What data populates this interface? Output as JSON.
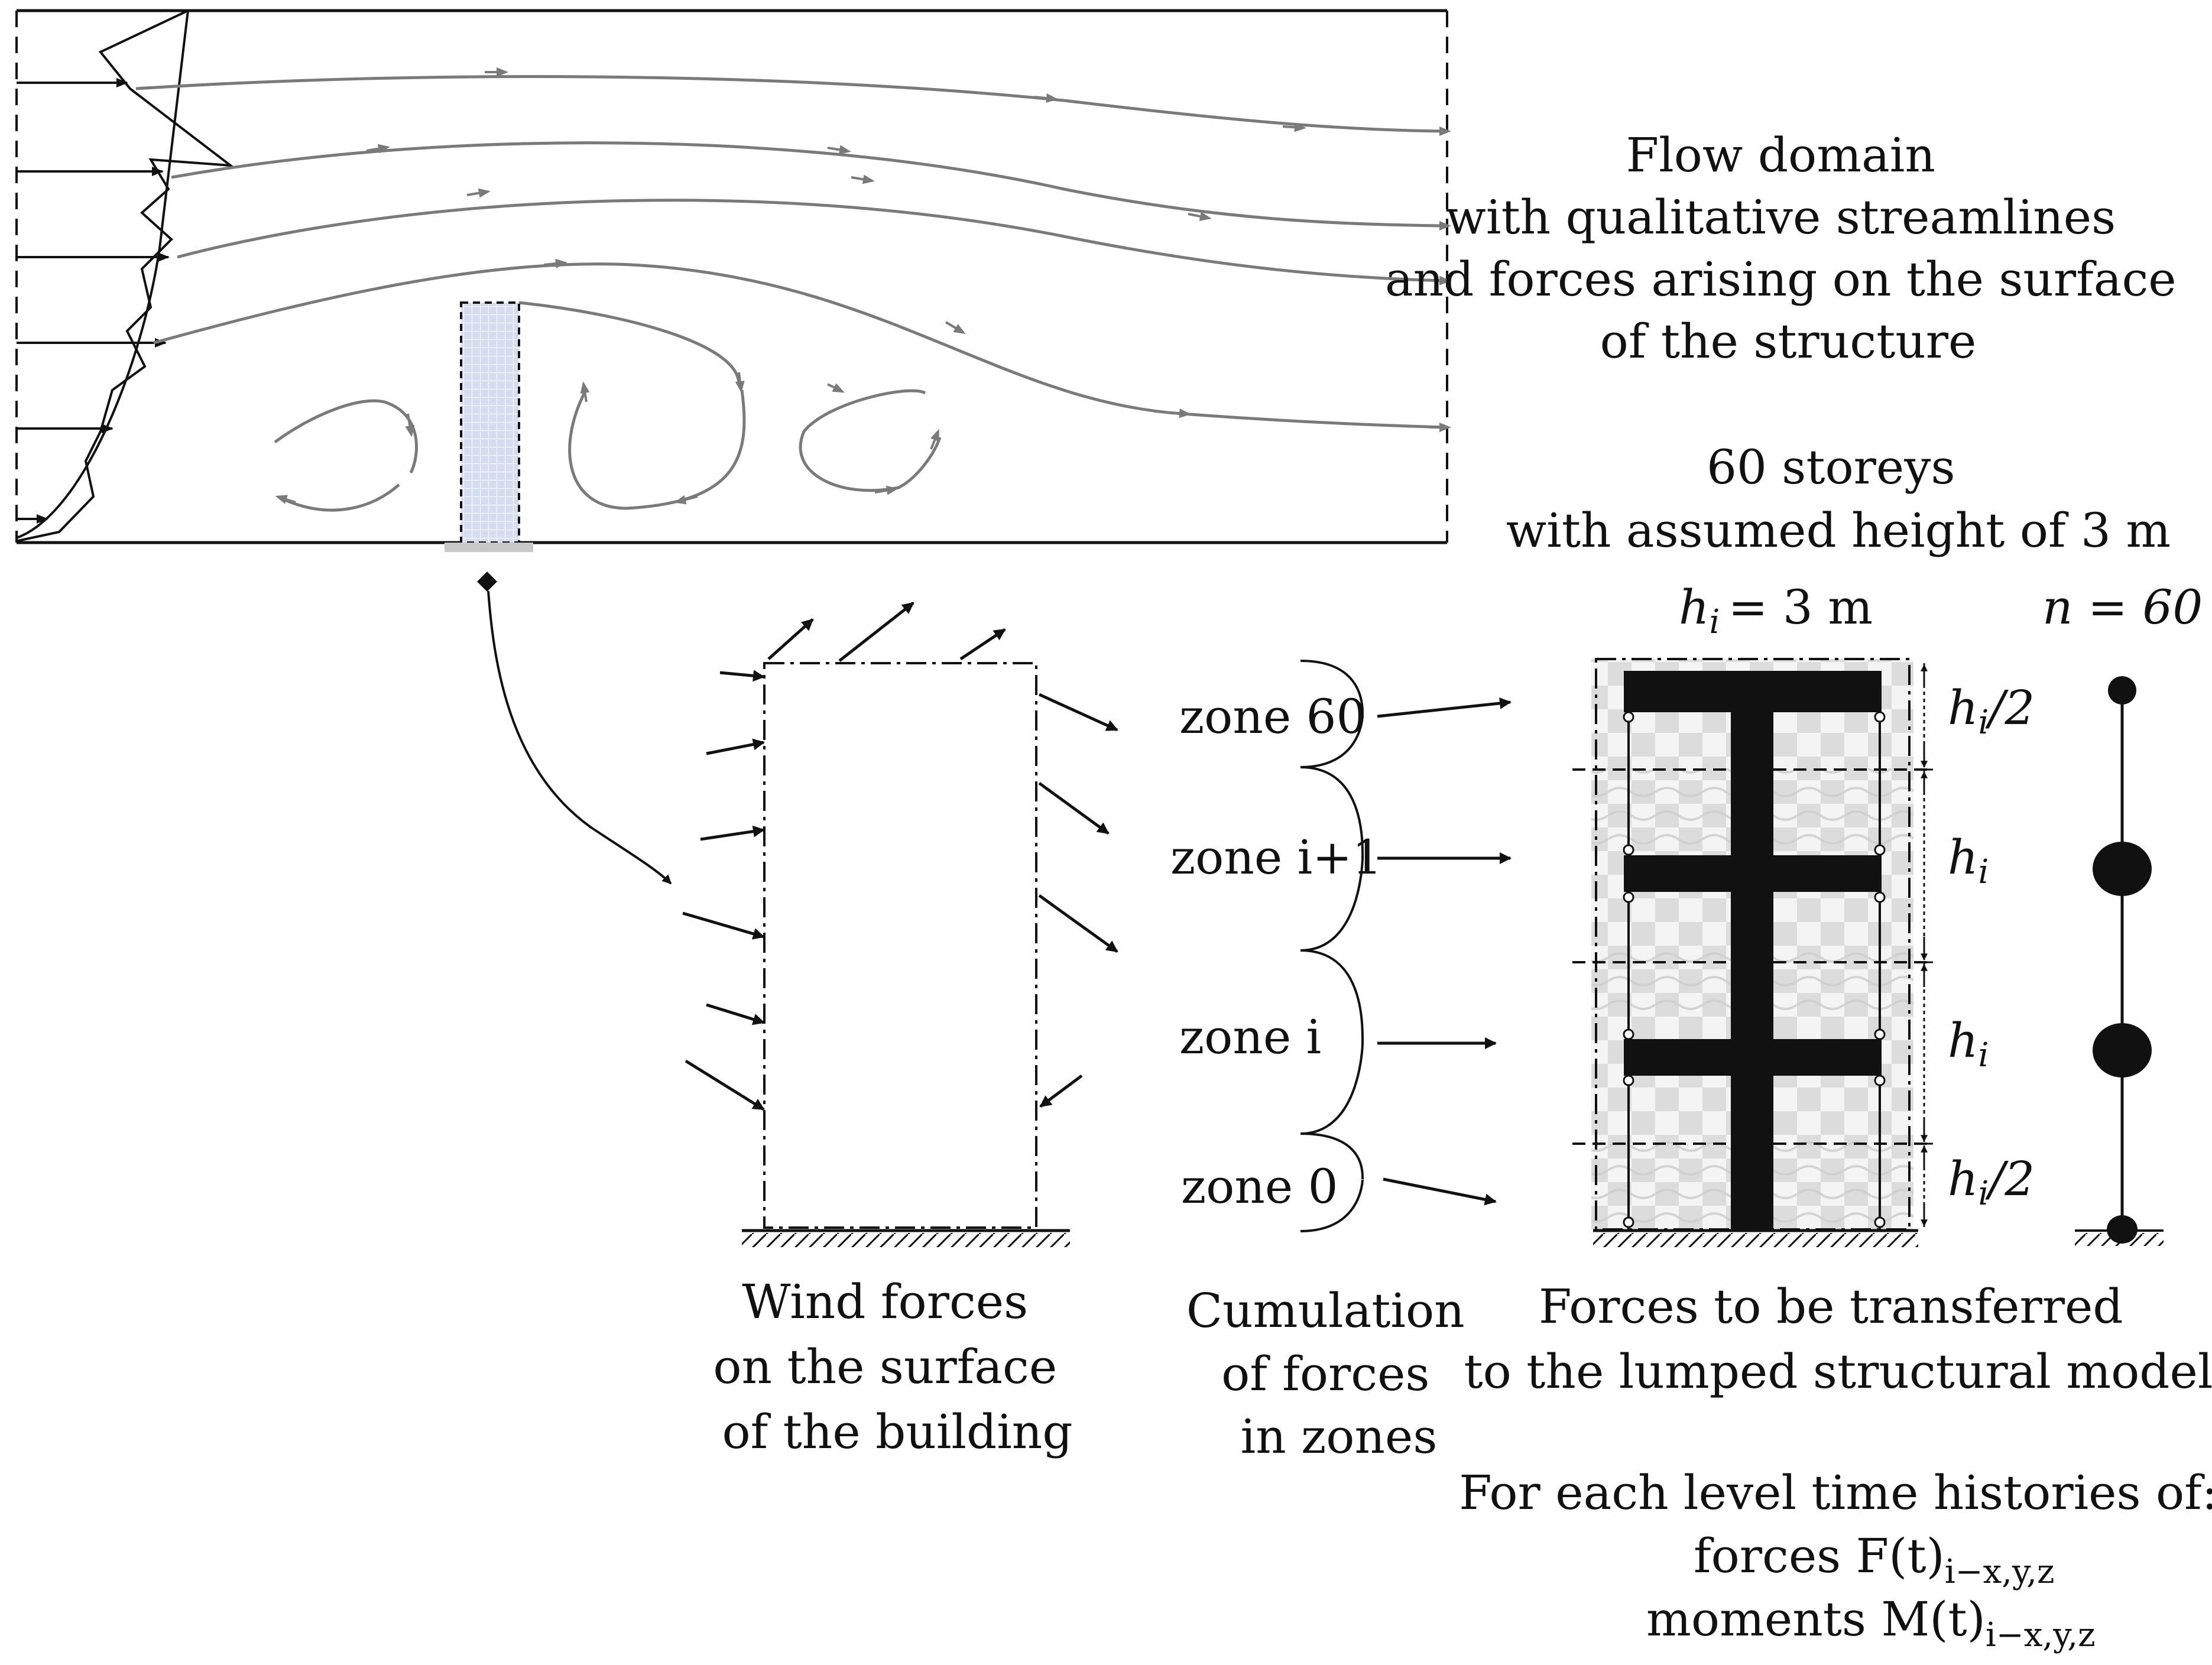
{
  "flow_domain": {
    "caption": [
      "Flow domain",
      "with qualitative streamlines",
      "and forces arising on the surface",
      "of the structure"
    ]
  },
  "storeys": {
    "caption": [
      "60 storeys",
      "with assumed height of 3 m"
    ],
    "hi_symbol": "h",
    "hi_index": "i",
    "hi_value": "= 3 m",
    "n_label": "n = 60",
    "dim_half_symbol": "h",
    "dim_half_index": "i",
    "dim_half_suffix": "/2",
    "dim_full_symbol": "h",
    "dim_full_index": "i"
  },
  "zones": {
    "labels": [
      "zone 60",
      "zone i+1",
      "zone i",
      "zone 0"
    ]
  },
  "captions": {
    "wind": [
      "Wind forces",
      "on the surface",
      "of the building"
    ],
    "cumulation": [
      "Cumulation",
      "of forces",
      "in zones"
    ],
    "transfer": [
      "Forces to be transferred",
      "to the lumped structural model"
    ],
    "histories": {
      "line1": "For each level time histories of:",
      "forces": "forces F(t)",
      "forces_sub": "i−x,y,z",
      "moments": "moments M(t)",
      "moments_sub": "i−x,y,z"
    }
  },
  "colors": {
    "ink": "#111111",
    "streamline": "#7a7a7a",
    "building_fill": "#d6dcf2",
    "wave": "#cfcfcf",
    "checker": "#dcdcdc"
  }
}
